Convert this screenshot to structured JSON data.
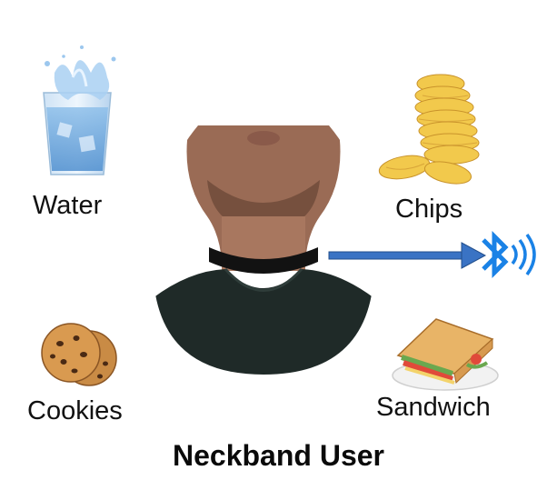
{
  "items": {
    "water": {
      "label": "Water",
      "icon": "water-glass-icon"
    },
    "chips": {
      "label": "Chips",
      "icon": "potato-chips-icon"
    },
    "cookies": {
      "label": "Cookies",
      "icon": "cookies-icon"
    },
    "sandwich": {
      "label": "Sandwich",
      "icon": "sandwich-icon"
    }
  },
  "user": {
    "caption": "Neckband User",
    "image": "neckband-user-photo"
  },
  "link": {
    "icon": "bluetooth-icon",
    "arrow": "data-arrow"
  },
  "colors": {
    "arrow": "#3a73c4",
    "bluetooth": "#1a82e6",
    "text": "#111111"
  }
}
